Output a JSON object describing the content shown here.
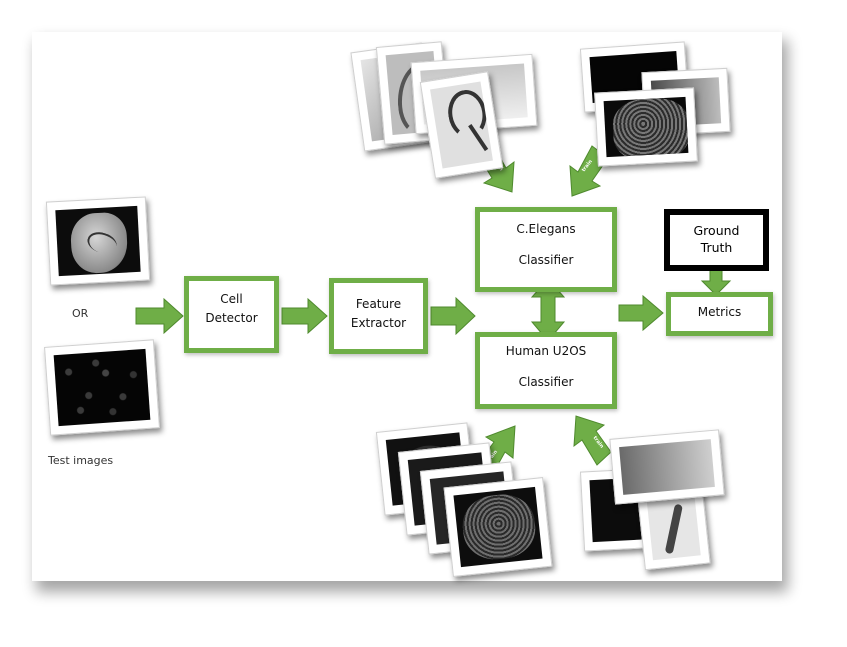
{
  "diagram": {
    "nodes": {
      "cell_detector": [
        "Cell",
        "Detector"
      ],
      "feature_extractor": [
        "Feature",
        "Extractor"
      ],
      "celegans_classifier": [
        "C.Elegans",
        "Classifier"
      ],
      "u2os_classifier": [
        "Human U2OS",
        "Classifier"
      ],
      "ground_truth": [
        "Ground",
        "Truth"
      ],
      "metrics": "Metrics"
    },
    "labels": {
      "or": "OR",
      "test_images": "Test images"
    },
    "arrow_tag": "train",
    "colors": {
      "node_border": "#6fae47",
      "arrow_fill": "#6fae47",
      "arrow_stroke": "#4f8a2e",
      "ground_truth_border": "#000000",
      "background": "#ffffff"
    },
    "edges": [
      [
        "test-images",
        "cell-detector"
      ],
      [
        "cell-detector",
        "feature-extractor"
      ],
      [
        "feature-extractor",
        "classifiers"
      ],
      [
        "celegans-classifier",
        "u2os-classifier"
      ],
      [
        "classifiers",
        "metrics"
      ],
      [
        "ground-truth",
        "metrics"
      ],
      [
        "celegans-training-images",
        "celegans-classifier"
      ],
      [
        "u2os-training-images",
        "celegans-classifier"
      ],
      [
        "celegans-training-images-bottom",
        "u2os-classifier"
      ],
      [
        "u2os-training-images-bottom",
        "u2os-classifier"
      ]
    ]
  }
}
